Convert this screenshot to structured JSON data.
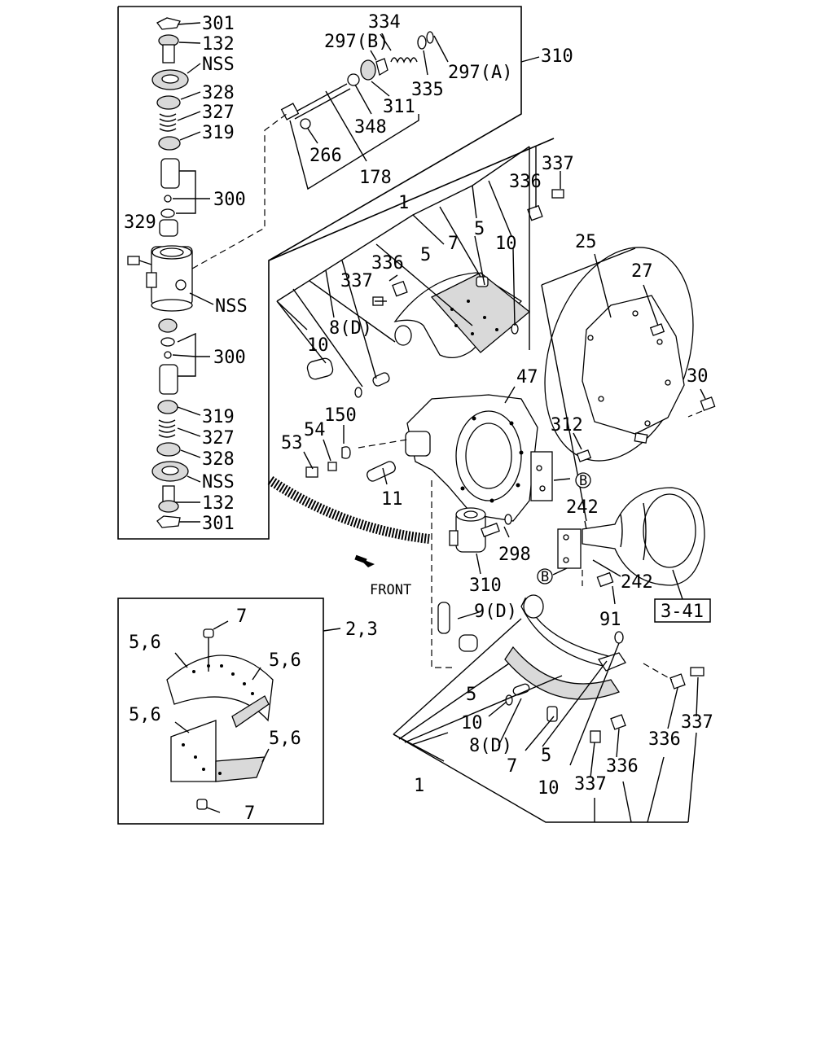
{
  "callouts": {
    "c301a": "301",
    "c132a": "132",
    "cNSSa": "NSS",
    "c328a": "328",
    "c327a": "327",
    "c319a": "319",
    "c300a": "300",
    "c329": "329",
    "cNSSb": "NSS",
    "c300b": "300",
    "c319b": "319",
    "c327b": "327",
    "c328b": "328",
    "cNSSc": "NSS",
    "c132b": "132",
    "c301b": "301",
    "c334": "334",
    "c297b": "297(B)",
    "c297a": "297(A)",
    "c310a": "310",
    "c335": "335",
    "c311": "311",
    "c348": "348",
    "c266": "266",
    "c178": "178",
    "c1a": "1",
    "c7a": "7",
    "c5a": "5",
    "c5b": "5",
    "c10a": "10",
    "c336a": "336",
    "c337a": "337",
    "c336b": "336",
    "c337b": "337",
    "c8da": "8(D)",
    "c10b": "10",
    "c25": "25",
    "c27": "27",
    "c30": "30",
    "c47": "47",
    "c150": "150",
    "c54": "54",
    "c53": "53",
    "c11": "11",
    "c312": "312",
    "cB1": "B",
    "c242a": "242",
    "c298": "298",
    "c310b": "310",
    "cB2": "B",
    "c242b": "242",
    "c91": "91",
    "c341": "3-41",
    "cFront": "FRONT",
    "c9d": "9(D)",
    "c7b": "7",
    "c23": "2,3",
    "c56a": "5,6",
    "c56b": "5,6",
    "c56c": "5,6",
    "c56d": "5,6",
    "c7c": "7",
    "c5c": "5",
    "c10c": "10",
    "c8db": "8(D)",
    "c7d": "7",
    "c5d": "5",
    "c1b": "1",
    "c10d": "10",
    "c337c": "337",
    "c336c": "336",
    "c337d": "337",
    "c336d": "336"
  }
}
